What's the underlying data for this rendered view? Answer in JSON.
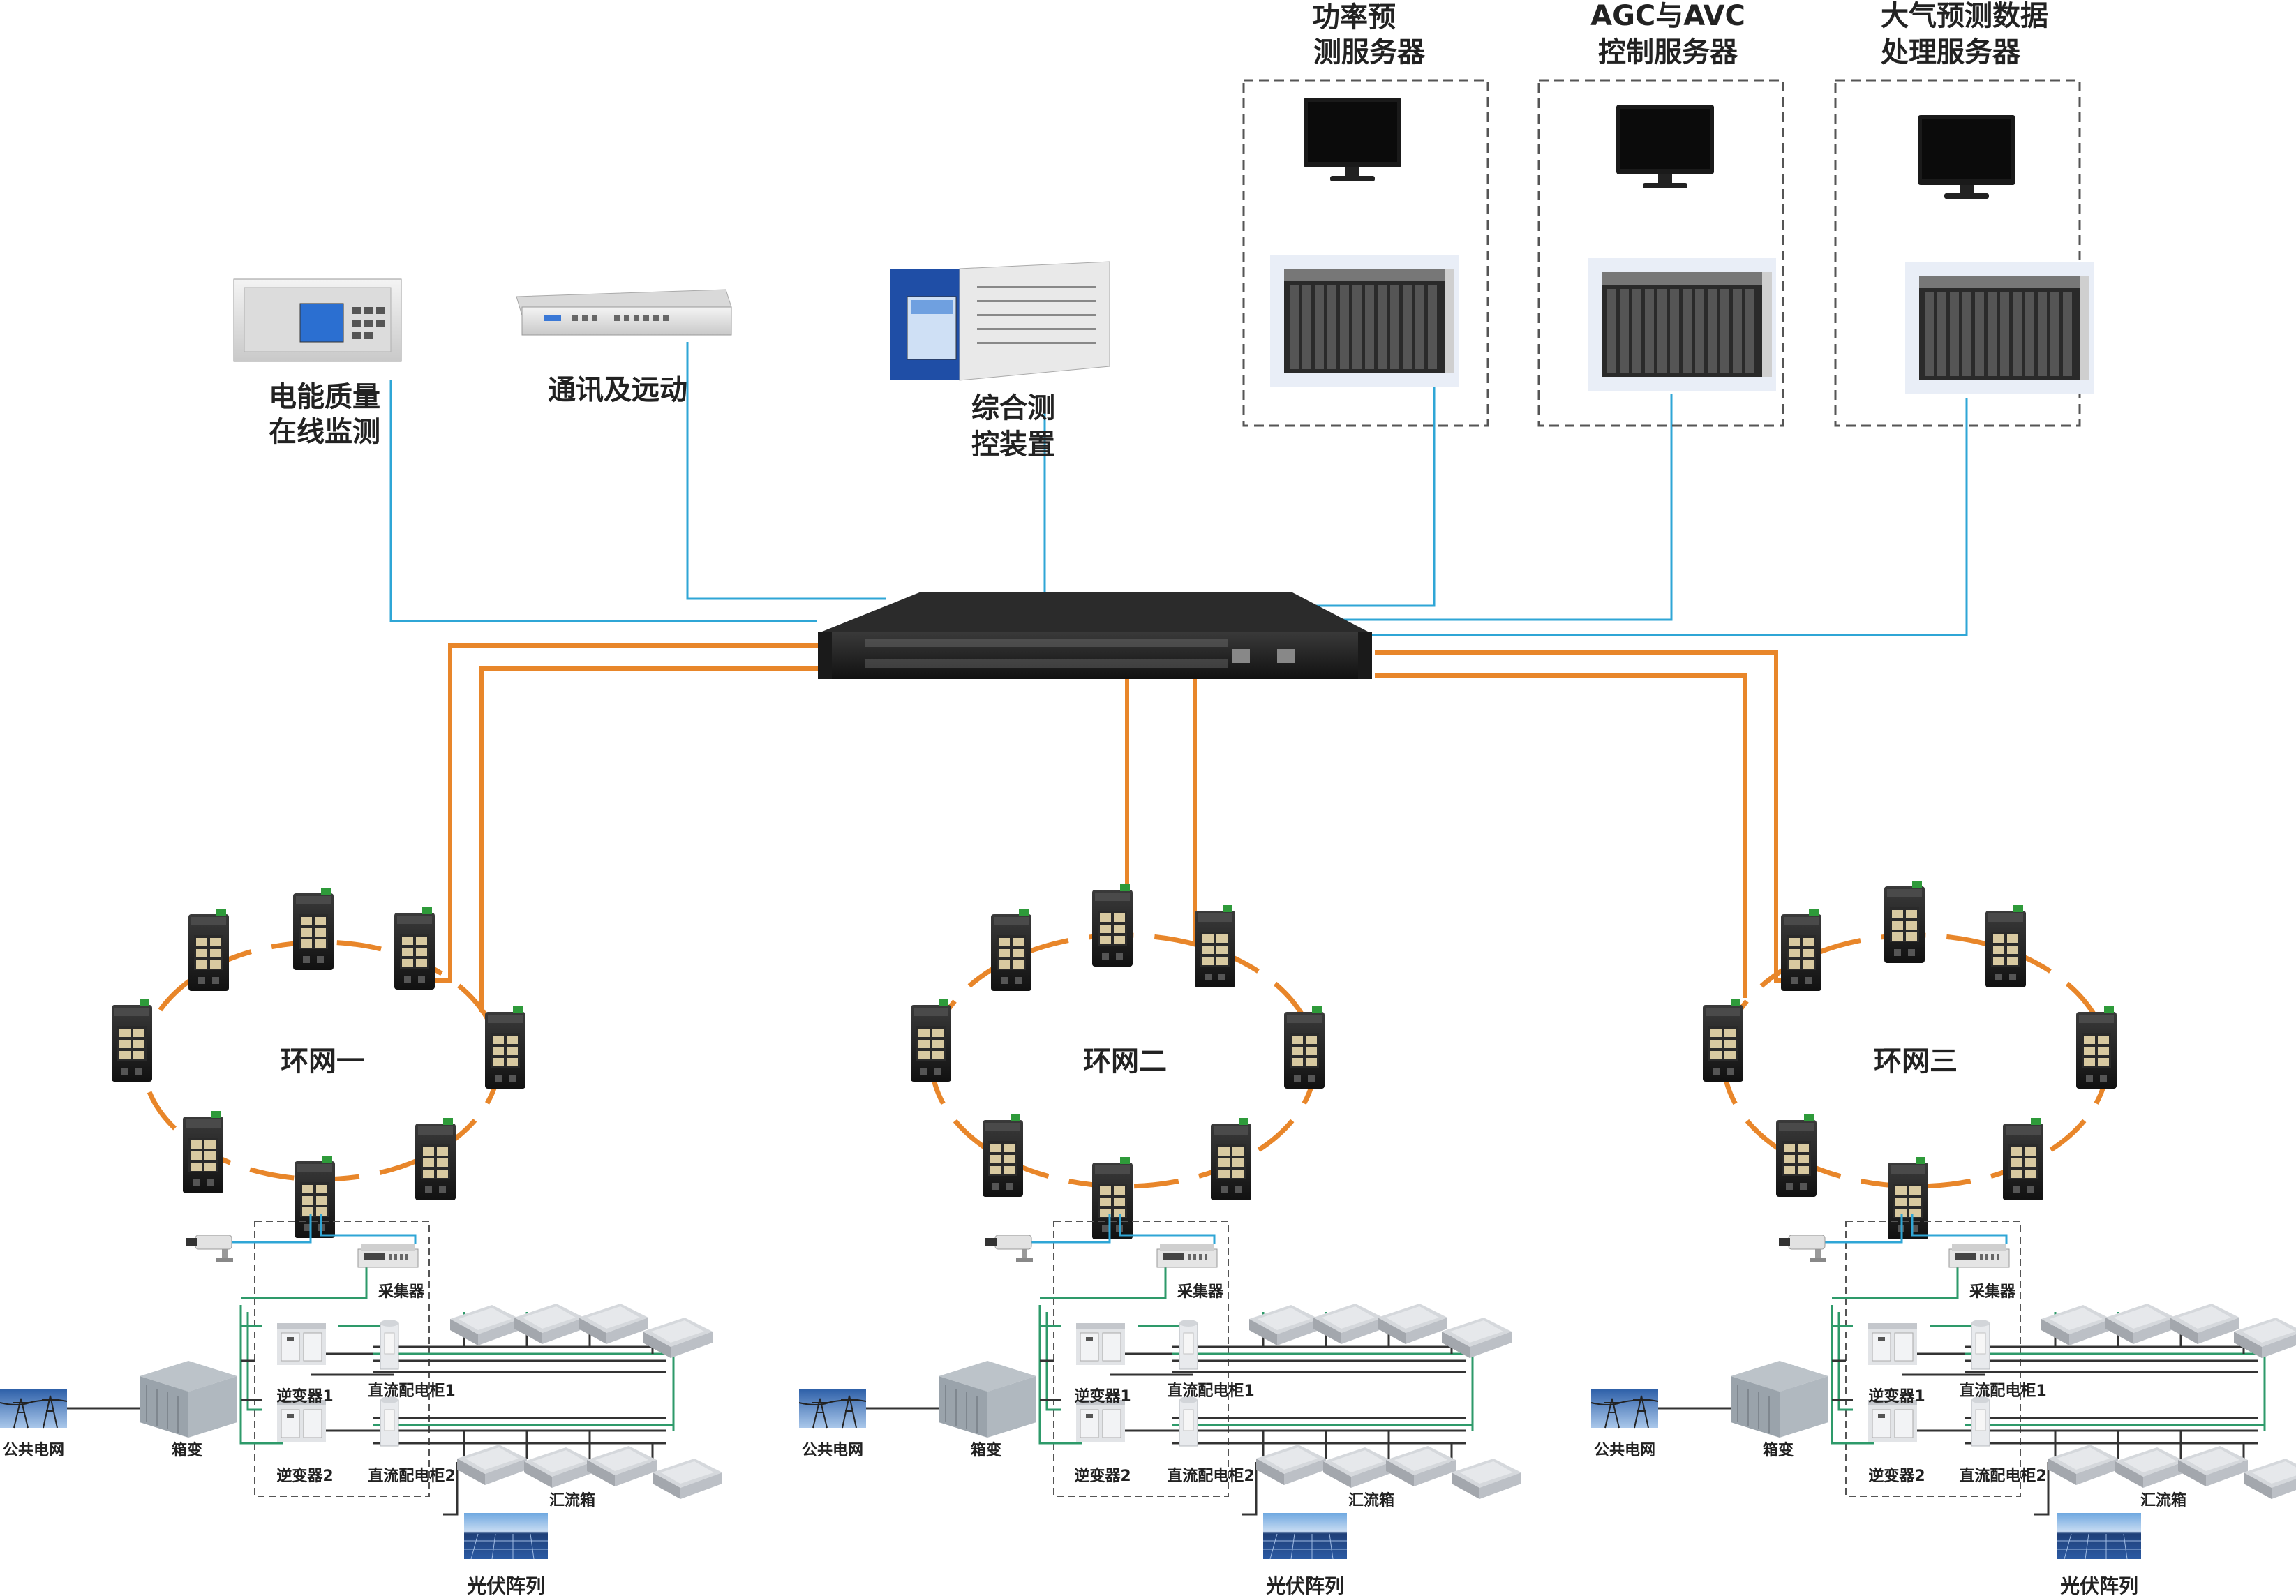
{
  "top_labels": {
    "power_forecast": [
      "功率预",
      "测服务器"
    ],
    "agc_avc": [
      "AGC与AVC",
      "控制服务器"
    ],
    "weather": [
      "大气预测数据",
      "处理服务器"
    ],
    "power_quality": [
      "电能质量",
      "在线监测"
    ],
    "comm": "通讯及远动",
    "measure_control": [
      "综合测",
      "控装置"
    ]
  },
  "rings": [
    {
      "label": "环网一"
    },
    {
      "label": "环网二"
    },
    {
      "label": "环网三"
    }
  ],
  "field": {
    "collector": "采集器",
    "inverter1": "逆变器1",
    "inverter2": "逆变器2",
    "dc_cab1": "直流配电柜1",
    "dc_cab2": "直流配电柜2",
    "combiner": "汇流箱",
    "grid": "公共电网",
    "transformer": "箱变",
    "pv": "光伏阵列"
  },
  "colors": {
    "ethernet": "#2fa6d6",
    "fiber": "#e8862a",
    "power": "#333333",
    "dc": "#2e9a6a",
    "dashed": "#555555"
  }
}
